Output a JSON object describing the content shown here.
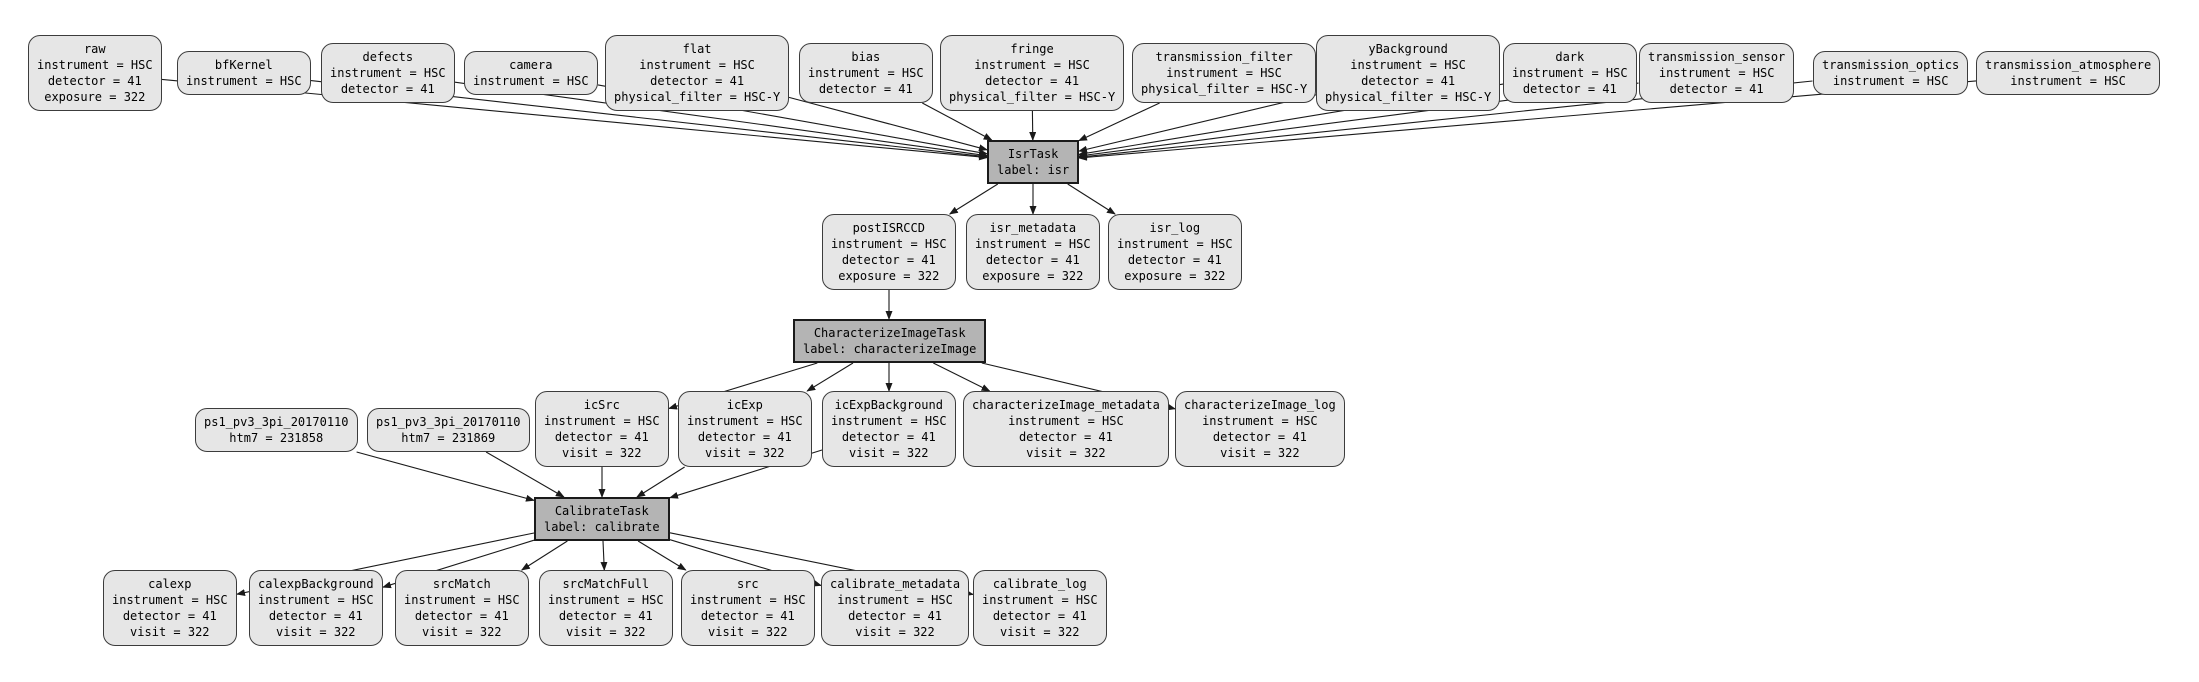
{
  "diagram": {
    "background": "#ffffff",
    "colors": {
      "dataset_fill": "#e6e6e6",
      "task_fill": "#b4b4b4",
      "node_border": "#3c3c3c",
      "edge": "#1a1a1a",
      "text": "#000000"
    },
    "nodes": [
      {
        "id": "raw",
        "kind": "dataset",
        "title": "raw",
        "attrs": [
          "instrument = HSC",
          "detector = 41",
          "exposure = 322"
        ]
      },
      {
        "id": "bfKernel",
        "kind": "dataset",
        "title": "bfKernel",
        "attrs": [
          "instrument = HSC"
        ]
      },
      {
        "id": "defects",
        "kind": "dataset",
        "title": "defects",
        "attrs": [
          "instrument = HSC",
          "detector = 41"
        ]
      },
      {
        "id": "camera",
        "kind": "dataset",
        "title": "camera",
        "attrs": [
          "instrument = HSC"
        ]
      },
      {
        "id": "flat",
        "kind": "dataset",
        "title": "flat",
        "attrs": [
          "instrument = HSC",
          "detector = 41",
          "physical_filter = HSC-Y"
        ]
      },
      {
        "id": "bias",
        "kind": "dataset",
        "title": "bias",
        "attrs": [
          "instrument = HSC",
          "detector = 41"
        ]
      },
      {
        "id": "fringe",
        "kind": "dataset",
        "title": "fringe",
        "attrs": [
          "instrument = HSC",
          "detector = 41",
          "physical_filter = HSC-Y"
        ]
      },
      {
        "id": "transmission_filter",
        "kind": "dataset",
        "title": "transmission_filter",
        "attrs": [
          "instrument = HSC",
          "physical_filter = HSC-Y"
        ]
      },
      {
        "id": "yBackground",
        "kind": "dataset",
        "title": "yBackground",
        "attrs": [
          "instrument = HSC",
          "detector = 41",
          "physical_filter = HSC-Y"
        ]
      },
      {
        "id": "dark",
        "kind": "dataset",
        "title": "dark",
        "attrs": [
          "instrument = HSC",
          "detector = 41"
        ]
      },
      {
        "id": "transmission_sensor",
        "kind": "dataset",
        "title": "transmission_sensor",
        "attrs": [
          "instrument = HSC",
          "detector = 41"
        ]
      },
      {
        "id": "transmission_optics",
        "kind": "dataset",
        "title": "transmission_optics",
        "attrs": [
          "instrument = HSC"
        ]
      },
      {
        "id": "transmission_atmosphere",
        "kind": "dataset",
        "title": "transmission_atmosphere",
        "attrs": [
          "instrument = HSC"
        ]
      },
      {
        "id": "IsrTask",
        "kind": "task",
        "title": "IsrTask",
        "attrs": [
          "label: isr"
        ]
      },
      {
        "id": "postISRCCD",
        "kind": "dataset",
        "title": "postISRCCD",
        "attrs": [
          "instrument = HSC",
          "detector = 41",
          "exposure = 322"
        ]
      },
      {
        "id": "isr_metadata",
        "kind": "dataset",
        "title": "isr_metadata",
        "attrs": [
          "instrument = HSC",
          "detector = 41",
          "exposure = 322"
        ]
      },
      {
        "id": "isr_log",
        "kind": "dataset",
        "title": "isr_log",
        "attrs": [
          "instrument = HSC",
          "detector = 41",
          "exposure = 322"
        ]
      },
      {
        "id": "CharacterizeImageTask",
        "kind": "task",
        "title": "CharacterizeImageTask",
        "attrs": [
          "label: characterizeImage"
        ]
      },
      {
        "id": "ps1_htm7_231858",
        "kind": "dataset",
        "title": "ps1_pv3_3pi_20170110",
        "attrs": [
          "htm7 = 231858"
        ]
      },
      {
        "id": "ps1_htm7_231869",
        "kind": "dataset",
        "title": "ps1_pv3_3pi_20170110",
        "attrs": [
          "htm7 = 231869"
        ]
      },
      {
        "id": "icSrc",
        "kind": "dataset",
        "title": "icSrc",
        "attrs": [
          "instrument = HSC",
          "detector = 41",
          "visit = 322"
        ]
      },
      {
        "id": "icExp",
        "kind": "dataset",
        "title": "icExp",
        "attrs": [
          "instrument = HSC",
          "detector = 41",
          "visit = 322"
        ]
      },
      {
        "id": "icExpBackground",
        "kind": "dataset",
        "title": "icExpBackground",
        "attrs": [
          "instrument = HSC",
          "detector = 41",
          "visit = 322"
        ]
      },
      {
        "id": "characterizeImage_metadata",
        "kind": "dataset",
        "title": "characterizeImage_metadata",
        "attrs": [
          "instrument = HSC",
          "detector = 41",
          "visit = 322"
        ]
      },
      {
        "id": "characterizeImage_log",
        "kind": "dataset",
        "title": "characterizeImage_log",
        "attrs": [
          "instrument = HSC",
          "detector = 41",
          "visit = 322"
        ]
      },
      {
        "id": "CalibrateTask",
        "kind": "task",
        "title": "CalibrateTask",
        "attrs": [
          "label: calibrate"
        ]
      },
      {
        "id": "calexp",
        "kind": "dataset",
        "title": "calexp",
        "attrs": [
          "instrument = HSC",
          "detector = 41",
          "visit = 322"
        ]
      },
      {
        "id": "calexpBackground",
        "kind": "dataset",
        "title": "calexpBackground",
        "attrs": [
          "instrument = HSC",
          "detector = 41",
          "visit = 322"
        ]
      },
      {
        "id": "srcMatch",
        "kind": "dataset",
        "title": "srcMatch",
        "attrs": [
          "instrument = HSC",
          "detector = 41",
          "visit = 322"
        ]
      },
      {
        "id": "srcMatchFull",
        "kind": "dataset",
        "title": "srcMatchFull",
        "attrs": [
          "instrument = HSC",
          "detector = 41",
          "visit = 322"
        ]
      },
      {
        "id": "src",
        "kind": "dataset",
        "title": "src",
        "attrs": [
          "instrument = HSC",
          "detector = 41",
          "visit = 322"
        ]
      },
      {
        "id": "calibrate_metadata",
        "kind": "dataset",
        "title": "calibrate_metadata",
        "attrs": [
          "instrument = HSC",
          "detector = 41",
          "visit = 322"
        ]
      },
      {
        "id": "calibrate_log",
        "kind": "dataset",
        "title": "calibrate_log",
        "attrs": [
          "instrument = HSC",
          "detector = 41",
          "visit = 322"
        ]
      }
    ],
    "edges": [
      {
        "from": "raw",
        "to": "IsrTask"
      },
      {
        "from": "bfKernel",
        "to": "IsrTask"
      },
      {
        "from": "defects",
        "to": "IsrTask"
      },
      {
        "from": "camera",
        "to": "IsrTask"
      },
      {
        "from": "flat",
        "to": "IsrTask"
      },
      {
        "from": "bias",
        "to": "IsrTask"
      },
      {
        "from": "fringe",
        "to": "IsrTask"
      },
      {
        "from": "transmission_filter",
        "to": "IsrTask"
      },
      {
        "from": "yBackground",
        "to": "IsrTask"
      },
      {
        "from": "dark",
        "to": "IsrTask"
      },
      {
        "from": "transmission_sensor",
        "to": "IsrTask"
      },
      {
        "from": "transmission_optics",
        "to": "IsrTask"
      },
      {
        "from": "transmission_atmosphere",
        "to": "IsrTask"
      },
      {
        "from": "IsrTask",
        "to": "postISRCCD"
      },
      {
        "from": "IsrTask",
        "to": "isr_metadata"
      },
      {
        "from": "IsrTask",
        "to": "isr_log"
      },
      {
        "from": "postISRCCD",
        "to": "CharacterizeImageTask"
      },
      {
        "from": "CharacterizeImageTask",
        "to": "icSrc"
      },
      {
        "from": "CharacterizeImageTask",
        "to": "icExp"
      },
      {
        "from": "CharacterizeImageTask",
        "to": "icExpBackground"
      },
      {
        "from": "CharacterizeImageTask",
        "to": "characterizeImage_metadata"
      },
      {
        "from": "CharacterizeImageTask",
        "to": "characterizeImage_log"
      },
      {
        "from": "ps1_htm7_231858",
        "to": "CalibrateTask"
      },
      {
        "from": "ps1_htm7_231869",
        "to": "CalibrateTask"
      },
      {
        "from": "icSrc",
        "to": "CalibrateTask"
      },
      {
        "from": "icExp",
        "to": "CalibrateTask"
      },
      {
        "from": "icExpBackground",
        "to": "CalibrateTask"
      },
      {
        "from": "CalibrateTask",
        "to": "calexp"
      },
      {
        "from": "CalibrateTask",
        "to": "calexpBackground"
      },
      {
        "from": "CalibrateTask",
        "to": "srcMatch"
      },
      {
        "from": "CalibrateTask",
        "to": "srcMatchFull"
      },
      {
        "from": "CalibrateTask",
        "to": "src"
      },
      {
        "from": "CalibrateTask",
        "to": "calibrate_metadata"
      },
      {
        "from": "CalibrateTask",
        "to": "calibrate_log"
      }
    ]
  }
}
